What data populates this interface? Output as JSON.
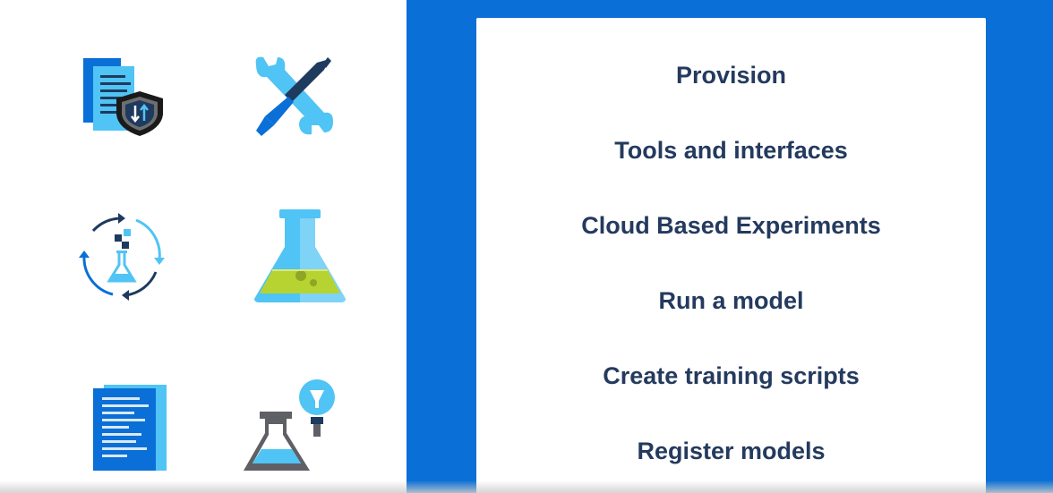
{
  "topics": [
    "Provision",
    "Tools and interfaces",
    "Cloud Based Experiments",
    "Run a model",
    "Create training scripts",
    "Register models"
  ],
  "colors": {
    "panel_blue": "#0a6fd6",
    "text_navy": "#243a5e",
    "icon_blue": "#0a6fd6",
    "icon_light_blue": "#50c4f4",
    "icon_gray": "#5e6066",
    "flask_green": "#b7d332"
  },
  "icons": [
    "secure-documents-icon",
    "wrench-screwdriver-icon",
    "experiment-cycle-icon",
    "flask-icon",
    "training-script-icon",
    "flask-lightbulb-icon"
  ]
}
